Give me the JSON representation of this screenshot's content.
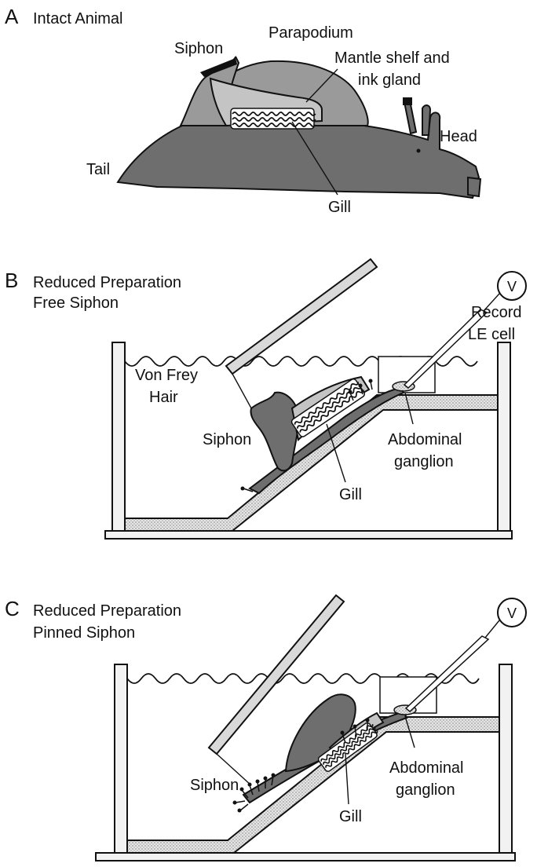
{
  "panel_a": {
    "letter": "A",
    "title": "Intact Animal",
    "labels": {
      "siphon": "Siphon",
      "parapodium": "Parapodium",
      "mantle_line1": "Mantle shelf and",
      "mantle_line2": "ink gland",
      "head": "Head",
      "tail": "Tail",
      "gill": "Gill"
    }
  },
  "panel_b": {
    "letter": "B",
    "title_line1": "Reduced Preparation",
    "title_line2": "Free Siphon",
    "labels": {
      "voltmeter": "V",
      "record_line1": "Record",
      "record_line2": "LE cell",
      "von_frey_line1": "Von Frey",
      "von_frey_line2": "Hair",
      "siphon": "Siphon",
      "gill": "Gill",
      "abdominal_line1": "Abdominal",
      "abdominal_line2": "ganglion"
    }
  },
  "panel_c": {
    "letter": "C",
    "title_line1": "Reduced Preparation",
    "title_line2": "Pinned Siphon",
    "labels": {
      "voltmeter": "V",
      "siphon": "Siphon",
      "gill": "Gill",
      "abdominal_line1": "Abdominal",
      "abdominal_line2": "ganglion"
    }
  }
}
